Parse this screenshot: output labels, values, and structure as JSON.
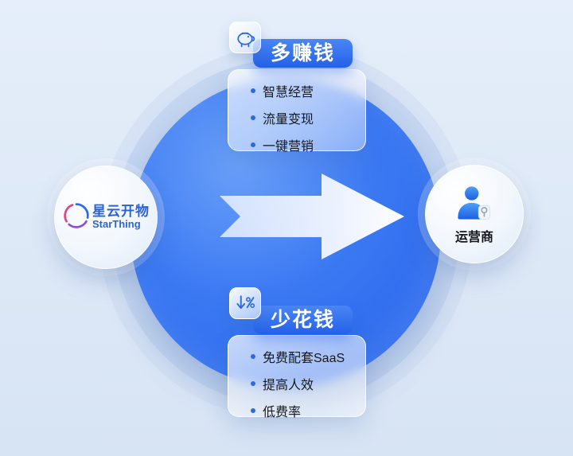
{
  "brand": {
    "cn": "星云开物",
    "en": "StarThing"
  },
  "right_node": {
    "label": "运营商"
  },
  "top_card": {
    "title": "多赚钱",
    "icon": "piggy-bank-icon",
    "items": [
      "智慧经营",
      "流量变现",
      "一键营销"
    ]
  },
  "bottom_card": {
    "title": "少花钱",
    "icon": "discount-down-icon",
    "items": [
      "免费配套SaaS",
      "提高人效",
      "低费率"
    ]
  },
  "icons": {
    "left_node": "starthing-swirl-logo-icon",
    "right_node": "operator-person-icon",
    "center": "flow-arrow-right"
  },
  "colors": {
    "accent": "#2b6be0",
    "circle_blue": "#3b79f3",
    "background": "#dce8f6",
    "card_glass": "rgba(255,255,255,0.6)"
  }
}
